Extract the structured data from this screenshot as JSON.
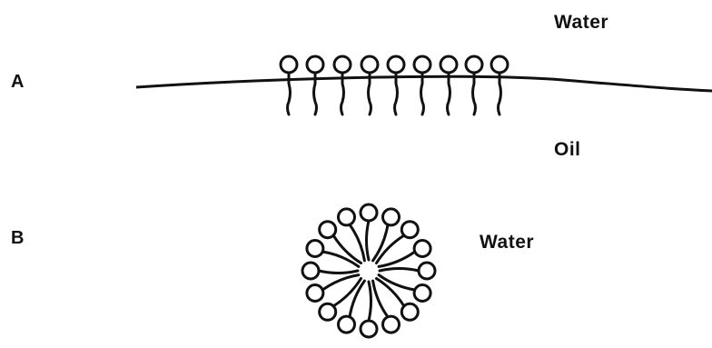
{
  "panels": {
    "a": {
      "label": "A",
      "top_medium": "Water",
      "bottom_medium": "Oil"
    },
    "b": {
      "label": "B",
      "outer_medium": "Water"
    }
  },
  "ink_color": "#111111",
  "background_color": "#ffffff"
}
